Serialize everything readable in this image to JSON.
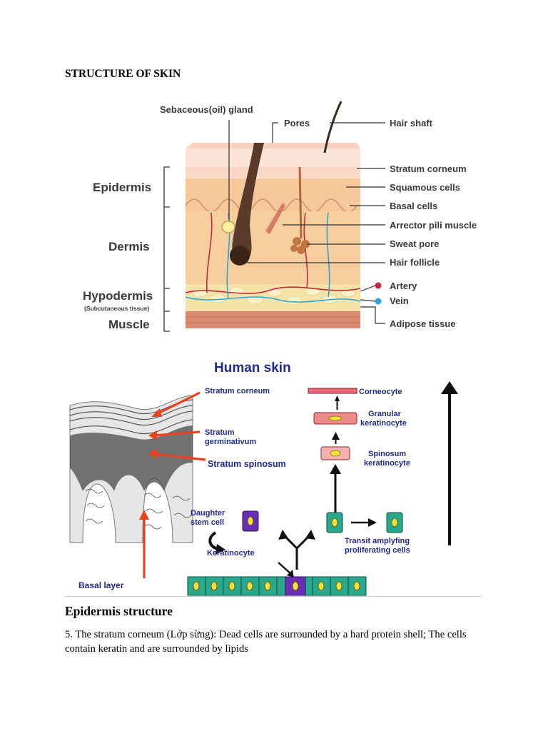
{
  "page": {
    "title": "STRUCTURE OF SKIN",
    "section_heading": "Epidermis structure",
    "paragraph_lines": [
      "5. The stratum corneum (Lớp sừng): Dead cells are surrounded by a hard protein shell; The cells",
      "contain keratin and are surrounded by lipids"
    ]
  },
  "figure1": {
    "top_labels": {
      "sebaceous": "Sebaceous(oil) gland",
      "pores": "Pores",
      "hair_shaft": "Hair shaft"
    },
    "left_labels": {
      "epidermis": "Epidermis",
      "dermis": "Dermis",
      "hypodermis": "Hypodermis",
      "hypodermis_sub": "(Subcutaneous tissue)",
      "muscle": "Muscle"
    },
    "right_labels": {
      "stratum_corneum": "Stratum corneum",
      "squamous": "Squamous cells",
      "basal": "Basal cells",
      "arrector": "Arrector pili muscle",
      "sweat_pore": "Sweat pore",
      "hair_follicle": "Hair follicle",
      "artery": "Artery",
      "vein": "Vein",
      "adipose": "Adipose tissue"
    },
    "colors": {
      "artery": "#c8283c",
      "vein": "#2aa7d8",
      "skin": "#f6c89a",
      "adipose": "#f5e3a8",
      "muscle": "#d98b70"
    }
  },
  "figure2": {
    "title": "Human skin",
    "labels": {
      "stratum_corneum": "Stratum corneum",
      "stratum_germinativum_1": "Stratum",
      "stratum_germinativum_2": "germinativum",
      "stratum_spinosum": "Stratum spinosum",
      "basal_layer": "Basal layer",
      "corneocyte": "Corneocyte",
      "granular_1": "Granular",
      "granular_2": "keratinocyte",
      "spinosum_1": "Spinosum",
      "spinosum_2": "keratinocyte",
      "daughter_1": "Daughter",
      "daughter_2": "stem cell",
      "keratinocyte": "Keratinocyte",
      "transit_1": "Transit amplyfing",
      "transit_2": "proliferating cells"
    },
    "colors": {
      "title": "#1f2a8c",
      "arrow_red": "#e8421e",
      "cell_teal": "#2aa88c",
      "stem_purple": "#6a2fb3",
      "nucleus": "#f2e13a"
    }
  }
}
